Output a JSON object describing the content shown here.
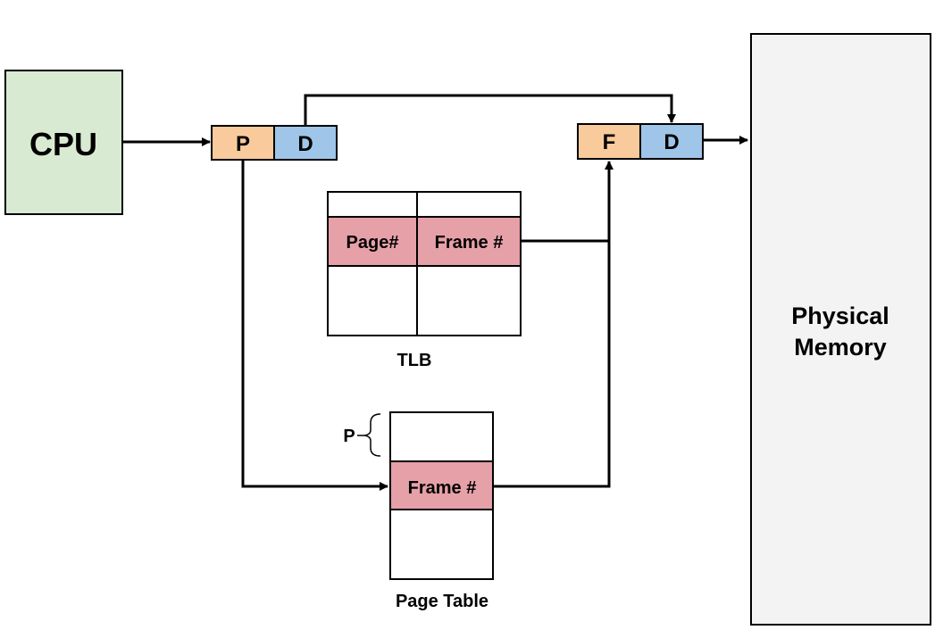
{
  "cpu": {
    "label": "CPU",
    "color": "#d9ead3"
  },
  "logical_address": {
    "page_part": "P",
    "offset_part": "D"
  },
  "physical_address": {
    "frame_part": "F",
    "offset_part": "D"
  },
  "tlb": {
    "title": "TLB",
    "col_page": "Page#",
    "col_frame": "Frame #"
  },
  "page_table": {
    "title": "Page Table",
    "entry": "Frame #",
    "index_label": "P"
  },
  "physical_memory": {
    "line1": "Physical",
    "line2": "Memory",
    "color": "#f3f3f3"
  },
  "colors": {
    "orange": "#f9cb9c",
    "blue": "#9fc5e8",
    "pink": "#e6a0a8"
  }
}
